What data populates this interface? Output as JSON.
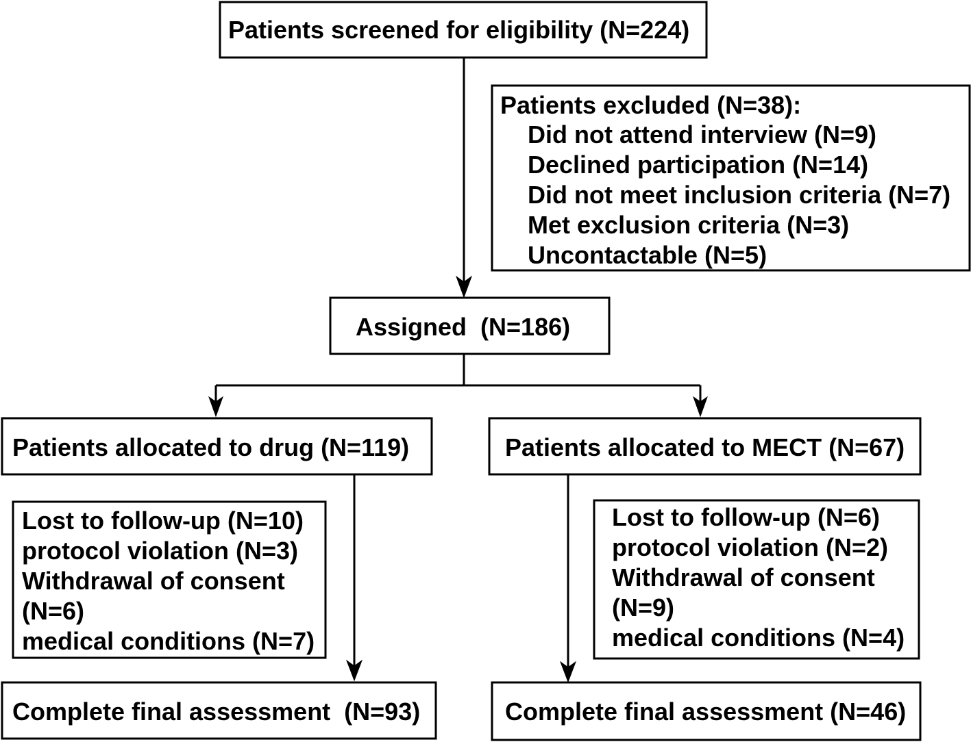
{
  "nodes": {
    "screened": {
      "label": "Patients screened for eligibility (N=224)"
    },
    "excluded": {
      "title": "Patients excluded (N=38):",
      "reasons": [
        "Did not attend interview (N=9)",
        "Declined participation (N=14)",
        "Did not meet inclusion criteria (N=7)",
        "Met exclusion criteria (N=3)",
        "Uncontactable (N=5)"
      ]
    },
    "assigned": {
      "label": "Assigned  (N=186)"
    },
    "drug_arm": {
      "allocated": "Patients allocated to drug (N=119)",
      "losses": [
        "Lost to follow-up (N=10)",
        "protocol violation (N=3)",
        "Withdrawal of consent",
        "(N=6)",
        "medical conditions (N=7)"
      ],
      "final": "Complete final assessment  (N=93)"
    },
    "mect_arm": {
      "allocated": "Patients allocated to MECT (N=67)",
      "losses": [
        "Lost to follow-up (N=6)",
        "protocol violation (N=2)",
        "Withdrawal of consent",
        "(N=9)",
        "medical conditions (N=4)"
      ],
      "final": "Complete final assessment (N=46)"
    }
  },
  "colors": {
    "line": "#000000",
    "background": "#ffffff"
  }
}
